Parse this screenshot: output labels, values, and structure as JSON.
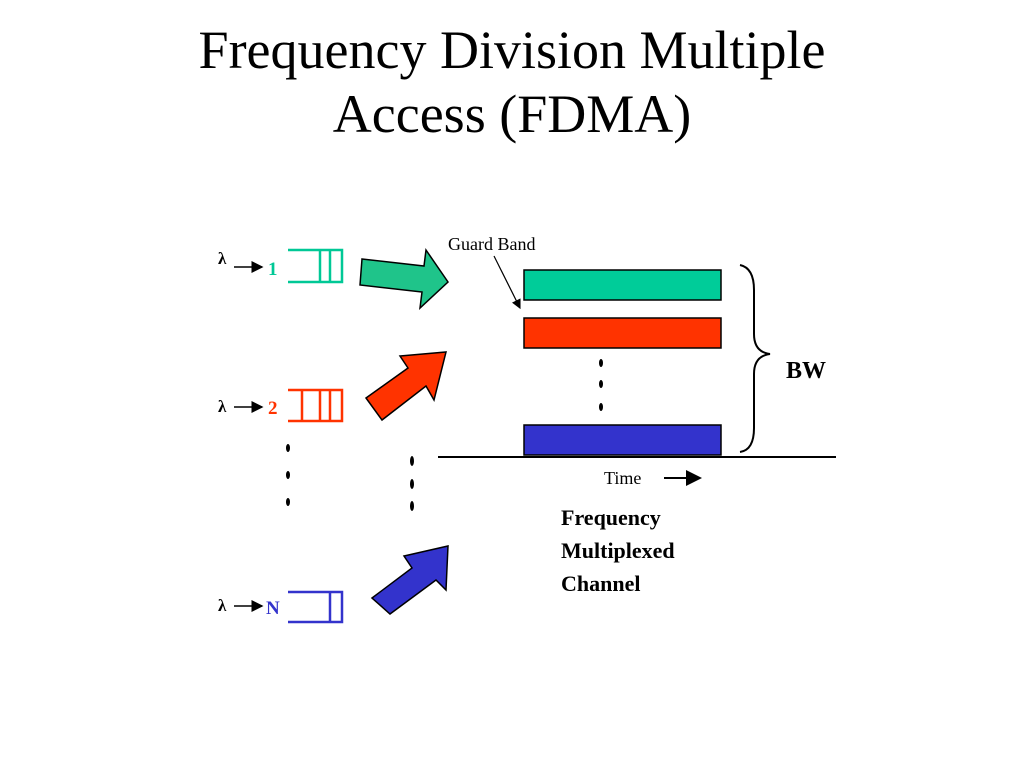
{
  "title": {
    "line1": "Frequency Division Multiple",
    "line2": "Access (FDMA)"
  },
  "diagram": {
    "guard_band_label": "Guard Band",
    "bandwidth_label": "BW",
    "time_label": "Time",
    "caption": [
      "Frequency",
      "Multiplexed",
      "Channel"
    ],
    "arrival_symbol": "λ",
    "sources": [
      {
        "label": "1",
        "color": "#00c896"
      },
      {
        "label": "2",
        "color": "#ff3300"
      },
      {
        "label": "N",
        "color": "#3333cc"
      }
    ],
    "colors": {
      "channel_1": "#00cc99",
      "channel_2": "#ff3300",
      "channel_n": "#3333cc",
      "arrow_1": "#1fc48a",
      "arrow_2": "#ff3300",
      "arrow_n": "#3333cc"
    }
  }
}
